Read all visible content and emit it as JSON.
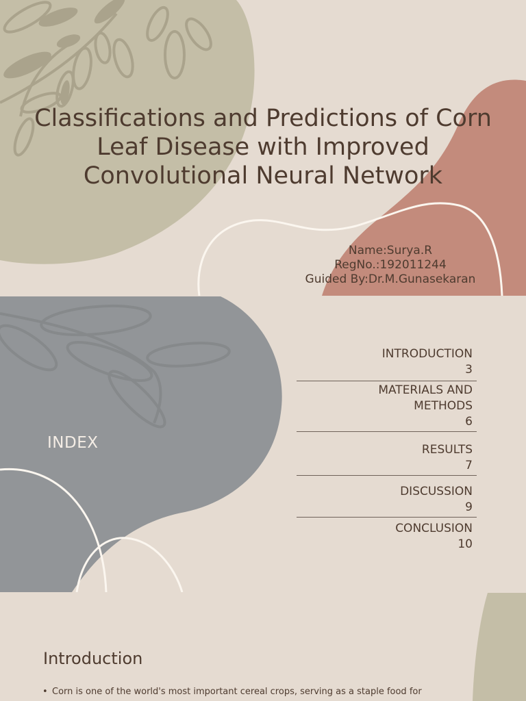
{
  "slide1": {
    "title": "Classifications and Predictions of Corn Leaf Disease with Improved Convolutional Neural Network",
    "name": "Name:Surya.R",
    "regno": "RegNo.:192011244",
    "guide": "Guided By:Dr.M.Gunasekaran"
  },
  "slide2": {
    "index_label": "INDEX",
    "toc": [
      {
        "title": "INTRODUCTION",
        "page": "3"
      },
      {
        "title": "MATERIALS AND METHODS",
        "page": "6"
      },
      {
        "title": "RESULTS",
        "page": "7"
      },
      {
        "title": "DISCUSSION",
        "page": "9"
      },
      {
        "title": "CONCLUSION",
        "page": "10"
      }
    ]
  },
  "slide3": {
    "heading": "Introduction",
    "bullet": "Corn is one of the world's most important cereal crops, serving as a staple food for"
  },
  "colors": {
    "background": "#e5dbd1",
    "olive_blob": "#c4bea7",
    "rose_blob": "#c38b7c",
    "gray_blob": "#929598",
    "text": "#4e3b2f",
    "accent_line": "#fbf6ef"
  }
}
